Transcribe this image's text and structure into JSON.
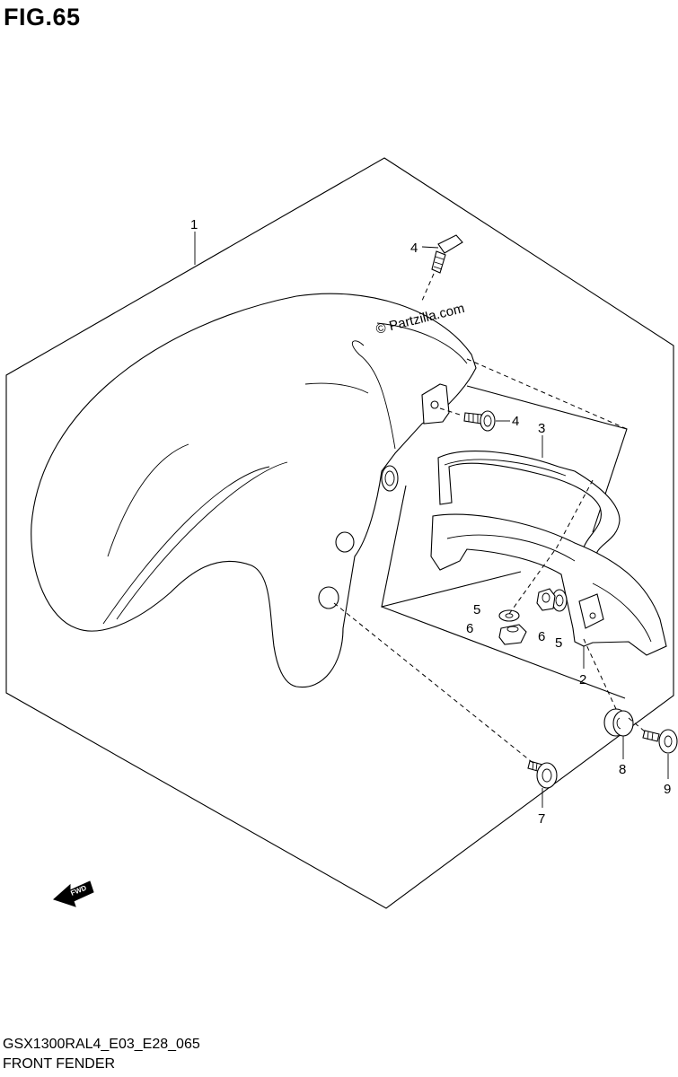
{
  "header": {
    "figure_title": "FIG.65"
  },
  "footer": {
    "model_code": "GSX1300RAL4_E03_E28_065",
    "section_name": "FRONT FENDER"
  },
  "watermark": {
    "text": "© Partzilla.com"
  },
  "fwd_arrow": {
    "label": "FWD"
  },
  "callouts": {
    "c1": "1",
    "c2": "2",
    "c3": "3",
    "c4a": "4",
    "c4b": "4",
    "c5a": "5",
    "c5b": "5",
    "c6a": "6",
    "c6b": "6",
    "c7": "7",
    "c8": "8",
    "c9": "9"
  },
  "colors": {
    "line": "#000000",
    "background": "#ffffff"
  }
}
